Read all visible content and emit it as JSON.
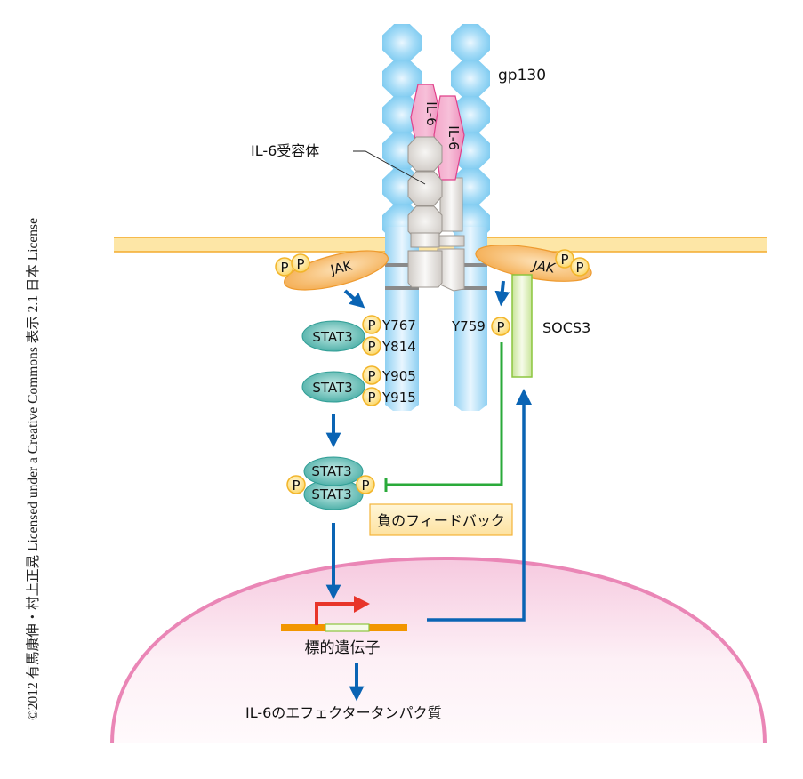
{
  "title": "IL-6 signaling via gp130 / JAK-STAT3 with SOCS3 negative feedback",
  "copyright": "©2012 有馬康伸・村上正晃 Licensed under a Creative Commons 表示 2.1 日本 License",
  "labels": {
    "gp130": "gp130",
    "il6_receptor": "IL-6受容体",
    "il6_ligand": "IL-6",
    "jak": "JAK",
    "phospho": "P",
    "stat3": "STAT3",
    "socs3": "SOCS3",
    "negative_feedback": "負のフィードバック",
    "target_gene": "標的遺伝子",
    "effector_proteins": "IL-6のエフェクタータンパク質"
  },
  "tyrosine_sites": {
    "left": [
      "Y767",
      "Y814",
      "Y905",
      "Y915"
    ],
    "right": "Y759"
  },
  "colors": {
    "gp130": "#8fd3f4",
    "il6": "#ee8fbd",
    "receptor": "#d8d4cf",
    "membrane": "#fde6a6",
    "jak": "#f4b35c",
    "stat3": "#4fb5ad",
    "phospho": "#fde27a",
    "socs3": "#d6ecb1",
    "arrow_blue": "#0a64b4",
    "inhibit_green": "#2aaa3a",
    "promoter_red": "#e8352a",
    "dna_orange": "#f29600",
    "nucleus": "#ea86b6",
    "feedback_box": "#fde6a2"
  }
}
